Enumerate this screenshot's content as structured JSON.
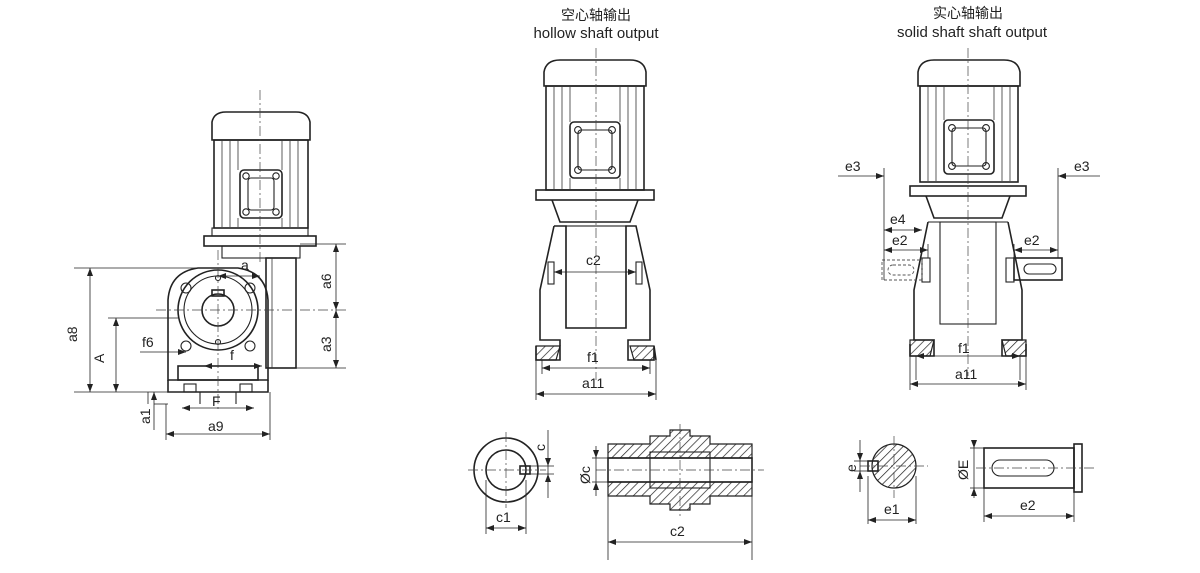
{
  "titles": {
    "hollow_cn": "空心轴输出",
    "hollow_en": "hollow shaft output",
    "solid_cn": "实心轴输出",
    "solid_en": "solid shaft shaft output"
  },
  "side_view_labels": {
    "a": "a",
    "a6": "a6",
    "a8": "a8",
    "A": "A",
    "f6": "f6",
    "f": "f",
    "a3": "a3",
    "a1": "a1",
    "F": "F",
    "a9": "a9"
  },
  "hollow_view_labels": {
    "c2": "c2",
    "f1": "f1",
    "a11": "a11"
  },
  "solid_view_labels": {
    "e3_left": "e3",
    "e3_right": "e3",
    "e4": "e4",
    "e2_left": "e2",
    "e2_right": "e2",
    "f1": "f1",
    "a11": "a11"
  },
  "hollow_shaft_detail_labels": {
    "c": "c",
    "c1": "c1",
    "phi_c": "Øc",
    "c2": "c2"
  },
  "solid_shaft_detail_labels": {
    "e": "e",
    "e1": "e1",
    "phi_E": "ØE",
    "e2": "e2"
  }
}
